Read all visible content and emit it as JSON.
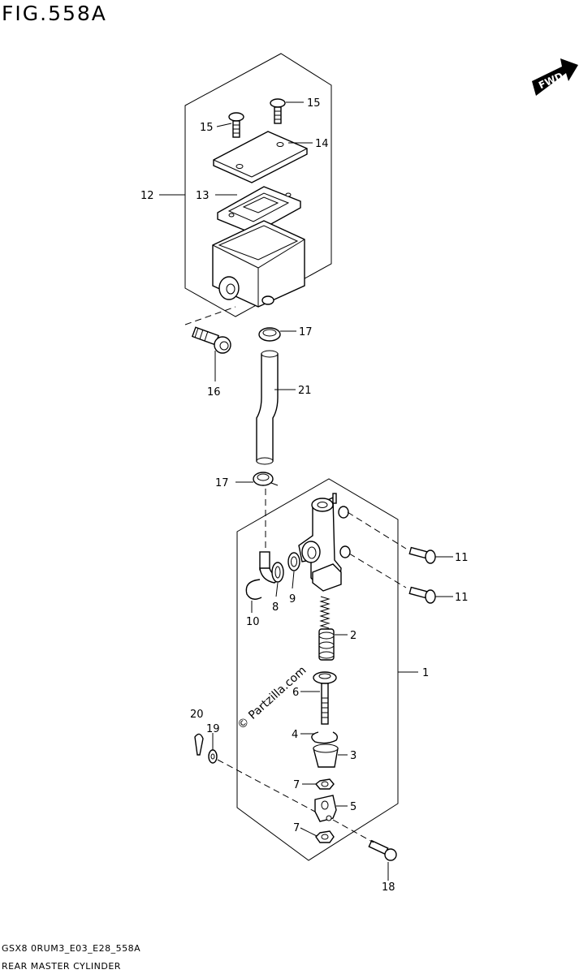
{
  "figure": {
    "title": "FIG.558A",
    "fwd_label": "FWD",
    "watermark": "© Partzilla.com"
  },
  "footer": {
    "code": "GSX8 0RUM3_E03_E28_558A",
    "name": "REAR MASTER CYLINDER"
  },
  "callouts": {
    "c1": "1",
    "c2": "2",
    "c3": "3",
    "c4": "4",
    "c5": "5",
    "c6": "6",
    "c7a": "7",
    "c7b": "7",
    "c8": "8",
    "c9": "9",
    "c10": "10",
    "c11a": "11",
    "c11b": "11",
    "c12": "12",
    "c13": "13",
    "c14": "14",
    "c15a": "15",
    "c15b": "15",
    "c16": "16",
    "c17a": "17",
    "c17b": "17",
    "c18": "18",
    "c19": "19",
    "c20": "20",
    "c21": "21"
  }
}
